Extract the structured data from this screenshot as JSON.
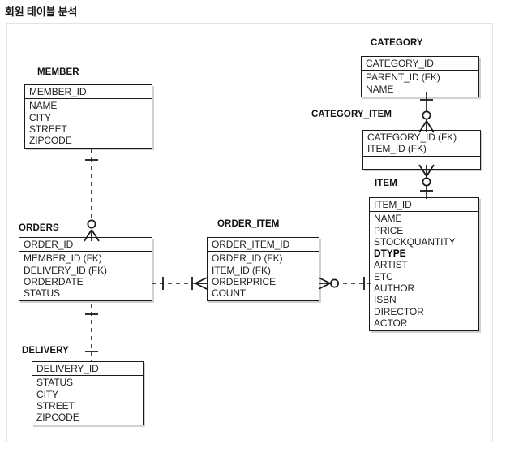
{
  "page": {
    "title": "회원 테이블 분석",
    "diagram_type": "er-diagram",
    "notation": "crows-foot",
    "colors": {
      "entity_border": "#1a1a1a",
      "entity_fill": "#ffffff",
      "text": "#222222",
      "canvas_border": "#e3e3e3",
      "background": "#ffffff"
    }
  },
  "entities": [
    {
      "name": "MEMBER",
      "keys": [
        "MEMBER_ID"
      ],
      "attributes": [
        "NAME",
        "CITY",
        "STREET",
        "ZIPCODE"
      ]
    },
    {
      "name": "ORDERS",
      "keys": [
        "ORDER_ID"
      ],
      "attributes": [
        "MEMBER_ID (FK)",
        "DELIVERY_ID (FK)",
        "ORDERDATE",
        "STATUS"
      ]
    },
    {
      "name": "DELIVERY",
      "keys": [
        "DELIVERY_ID"
      ],
      "attributes": [
        "STATUS",
        "CITY",
        "STREET",
        "ZIPCODE"
      ]
    },
    {
      "name": "ORDER_ITEM",
      "keys": [
        "ORDER_ITEM_ID"
      ],
      "attributes": [
        "ORDER_ID (FK)",
        "ITEM_ID (FK)",
        "ORDERPRICE",
        "COUNT"
      ]
    },
    {
      "name": "ITEM",
      "keys": [
        "ITEM_ID"
      ],
      "attributes": [
        "NAME",
        "PRICE",
        "STOCKQUANTITY",
        "DTYPE",
        "ARTIST",
        "ETC",
        "AUTHOR",
        "ISBN",
        "DIRECTOR",
        "ACTOR"
      ],
      "bold_attributes": [
        "DTYPE"
      ]
    },
    {
      "name": "CATEGORY",
      "keys": [
        "CATEGORY_ID"
      ],
      "attributes": [
        "PARENT_ID (FK)",
        "NAME"
      ]
    },
    {
      "name": "CATEGORY_ITEM",
      "keys": [
        "CATEGORY_ID (FK)",
        "ITEM_ID (FK)"
      ],
      "attributes": []
    }
  ],
  "relationships": [
    {
      "from": "MEMBER",
      "to": "ORDERS",
      "line": "dashed",
      "from_cardinality": "one",
      "to_cardinality": "zero-or-many"
    },
    {
      "from": "ORDERS",
      "to": "DELIVERY",
      "line": "dashed",
      "from_cardinality": "one",
      "to_cardinality": "one"
    },
    {
      "from": "ORDERS",
      "to": "ORDER_ITEM",
      "line": "dashed",
      "from_cardinality": "one",
      "to_cardinality": "one-or-many"
    },
    {
      "from": "ORDER_ITEM",
      "to": "ITEM",
      "line": "dashed",
      "from_cardinality": "zero-or-many",
      "to_cardinality": "one"
    },
    {
      "from": "CATEGORY",
      "to": "CATEGORY_ITEM",
      "line": "solid",
      "from_cardinality": "one",
      "to_cardinality": "zero-or-many"
    },
    {
      "from": "CATEGORY_ITEM",
      "to": "ITEM",
      "line": "solid",
      "from_cardinality": "zero-or-many",
      "to_cardinality": "one"
    }
  ]
}
